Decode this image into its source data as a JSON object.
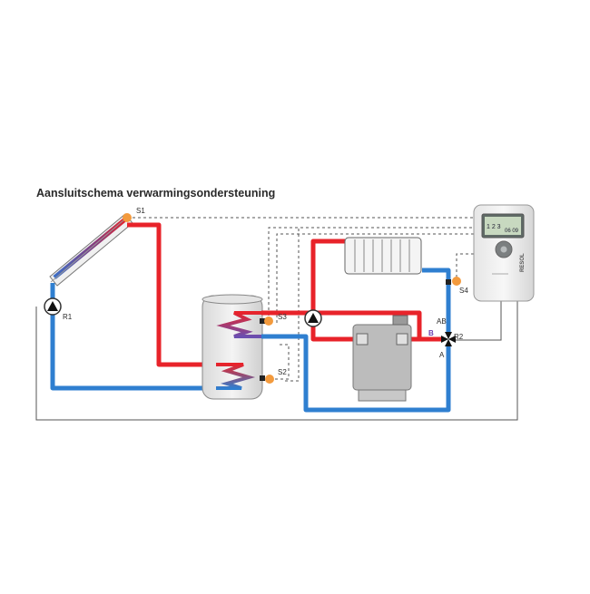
{
  "title": "Aansluitschema verwarmingsondersteuning",
  "labels": {
    "s1": "S1",
    "s2": "S2",
    "s3": "S3",
    "s4": "S4",
    "r1": "R1",
    "r2": "R2",
    "ab": "AB",
    "a": "A",
    "b": "B"
  },
  "controller": {
    "display_left": "1 2 3",
    "display_right": "06 09",
    "brand": "RESOL"
  },
  "colors": {
    "hot_pipe": "#e8232a",
    "cold_pipe": "#2f7fd0",
    "sensor": "#f39a3d",
    "cable": "#555555",
    "background": "#ffffff"
  }
}
